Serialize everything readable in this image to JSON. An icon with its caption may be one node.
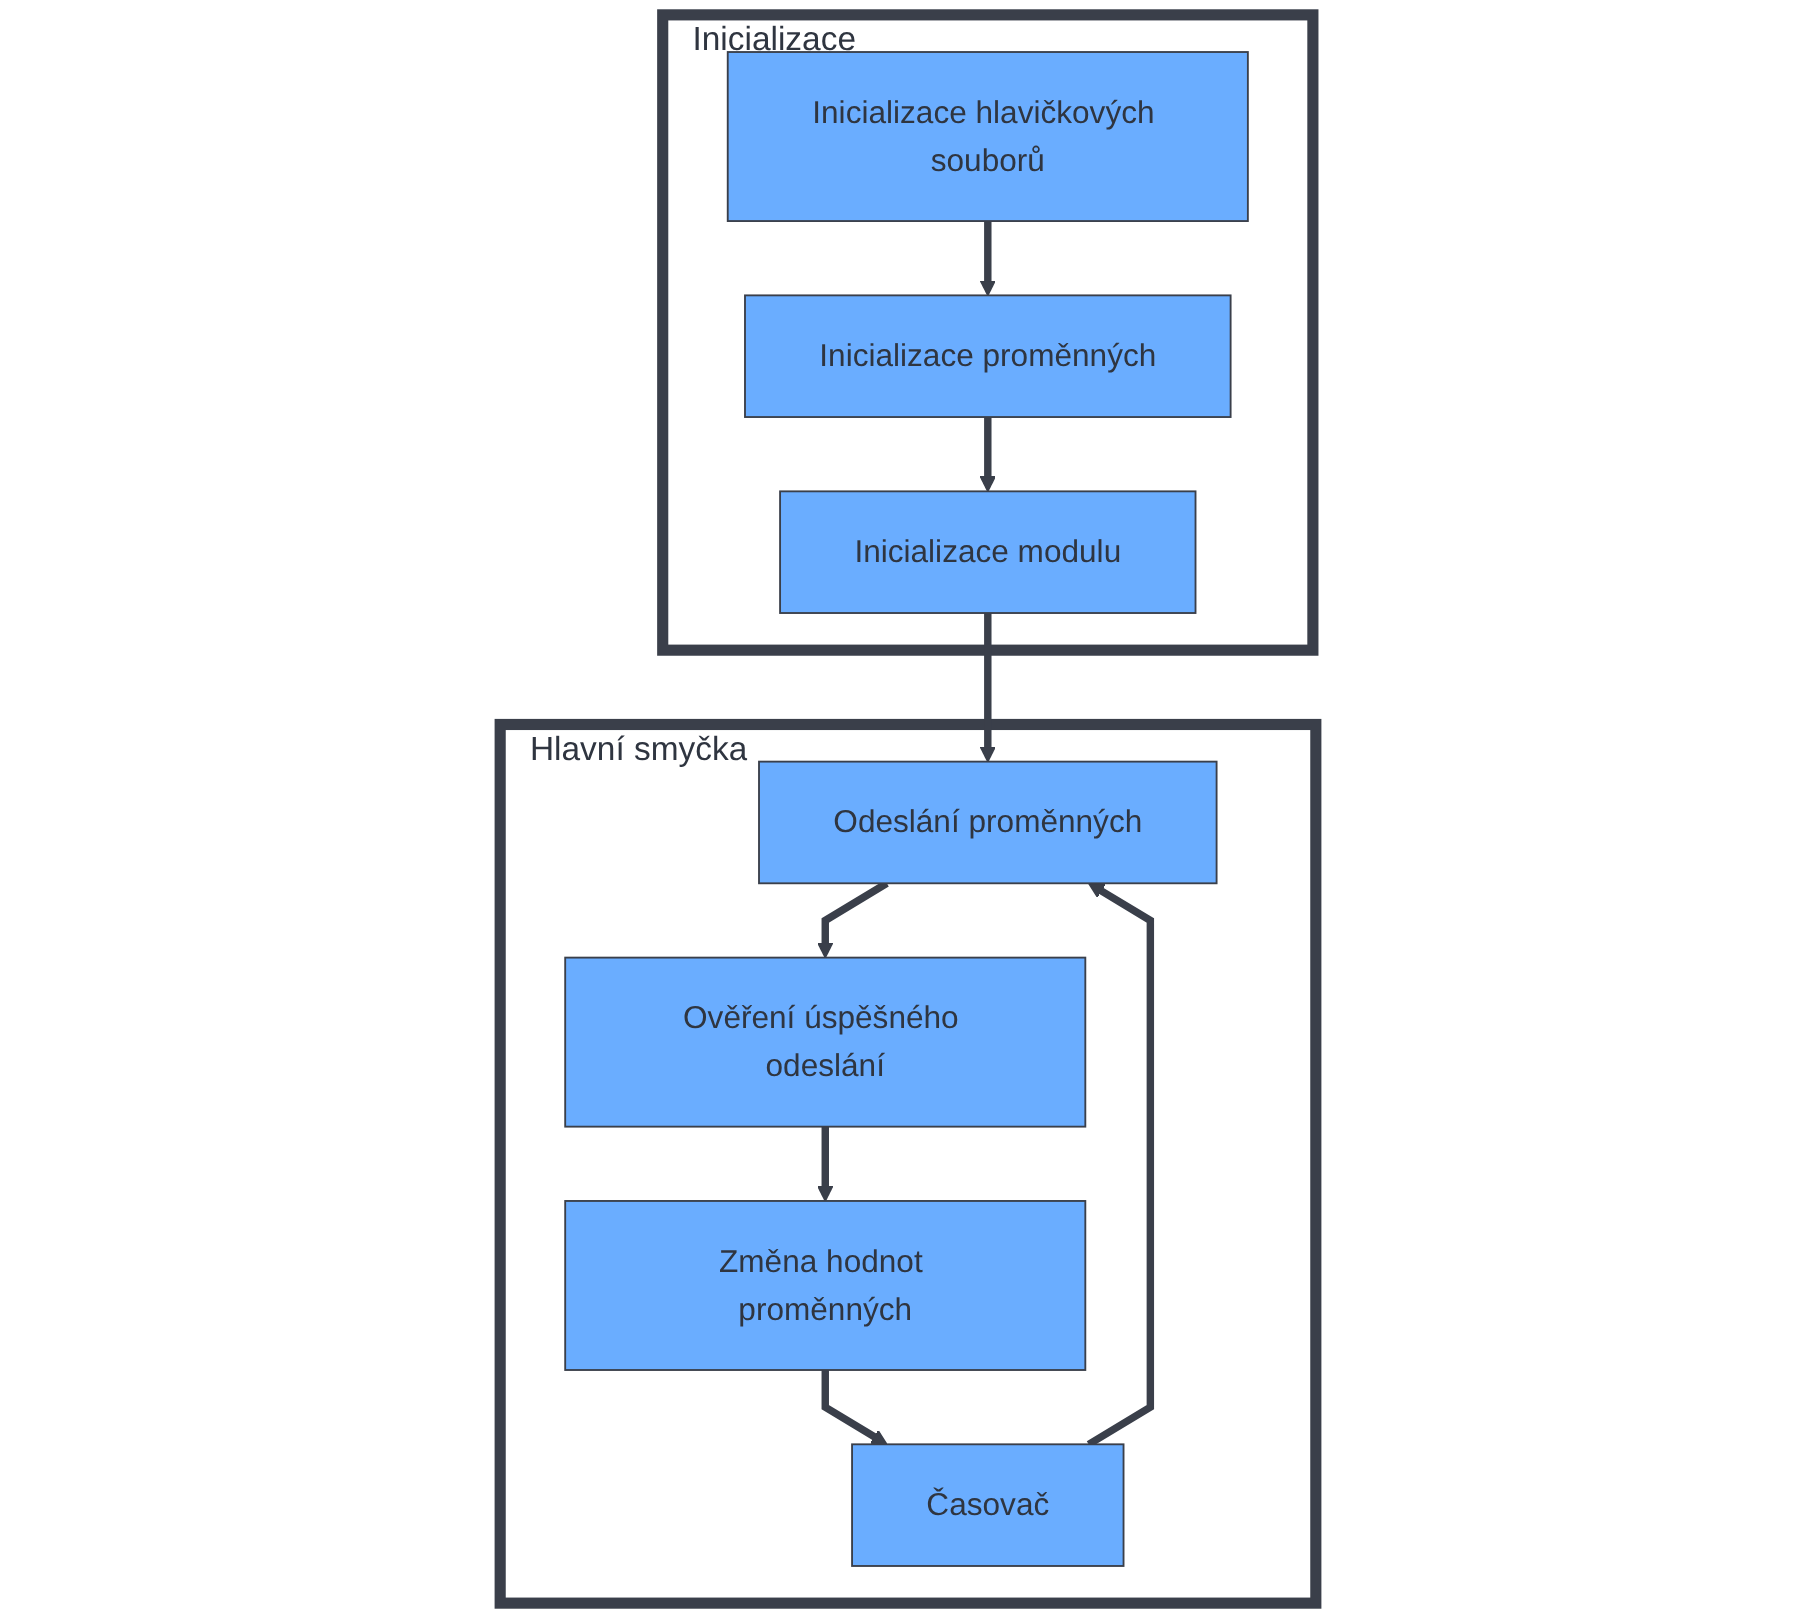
{
  "diagram": {
    "nodes": [
      {
        "text": [
          "Inicializace"
        ]
      },
      {
        "text": [
          "Inicializace hlavičkových souborů"
        ],
        "in": 0
      },
      {
        "text": [
          "Inicializace proměnných"
        ],
        "in": 0
      },
      {
        "text": [
          "Inicializace modulu"
        ],
        "in": 0
      },
      {
        "text": [
          "Hlavní smyčka"
        ]
      },
      {
        "text": [
          "Odeslání proměnných"
        ],
        "in": 4
      },
      {
        "text": [
          "Ověření úspěšného odeslání"
        ],
        "in": 4
      },
      {
        "text": [
          "Změna hodnot proměnných"
        ],
        "in": 4
      },
      {
        "text": [
          "Časovač"
        ],
        "in": 4
      }
    ],
    "edges": [
      {
        "from": 1,
        "to": 2,
        "arrow": "to"
      },
      {
        "from": 2,
        "to": 3,
        "arrow": "to"
      },
      {
        "from": 3,
        "to": 5,
        "arrow": "to"
      },
      {
        "from": 5,
        "to": 6,
        "arrow": "to"
      },
      {
        "from": 6,
        "to": 7,
        "arrow": "to"
      },
      {
        "from": 7,
        "to": 8,
        "arrow": "to"
      },
      {
        "from": 8,
        "to": 5,
        "arrow": "to"
      }
    ]
  }
}
